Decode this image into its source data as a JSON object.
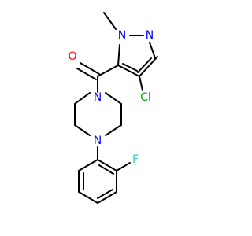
{
  "molecule": {
    "atoms": {
      "oxygen": {
        "label": "O",
        "color": "#ff0000"
      },
      "n_methyl": {
        "label": "N",
        "color": "#0000ff"
      },
      "n_ring": {
        "label": "N",
        "color": "#0000ff"
      },
      "chlorine": {
        "label": "Cl",
        "color": "#00aa00"
      },
      "n_piperazine_top": {
        "label": "N",
        "color": "#0000ff"
      },
      "n_piperazine_bottom": {
        "label": "N",
        "color": "#0000ff"
      },
      "fluorine": {
        "label": "F",
        "color": "#33cccc"
      }
    },
    "bond_color": "#000000"
  }
}
